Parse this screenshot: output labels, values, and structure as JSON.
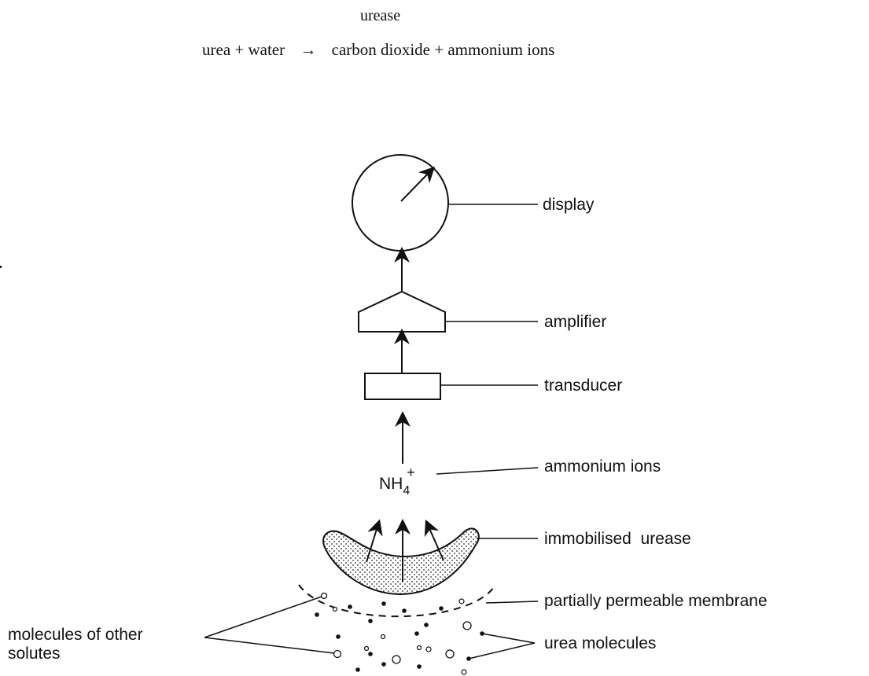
{
  "equation": {
    "enzyme": "urease",
    "reactants": "urea + water",
    "arrow": "→",
    "products": "carbon dioxide + ammonium ions"
  },
  "ion_formula": {
    "base": "NH",
    "subscript": "4",
    "charge": "+"
  },
  "labels": {
    "display": "display",
    "amplifier": "amplifier",
    "transducer": "transducer",
    "ammonium_ions": "ammonium ions",
    "immobilised_urease": "immobilised  urease",
    "membrane": "partially permeable membrane",
    "other_solutes_line1": "molecules of other",
    "other_solutes_line2": "solutes",
    "urea_molecules": "urea molecules"
  },
  "icons": [
    "meter-needle-icon",
    "up-arrow-icon"
  ]
}
